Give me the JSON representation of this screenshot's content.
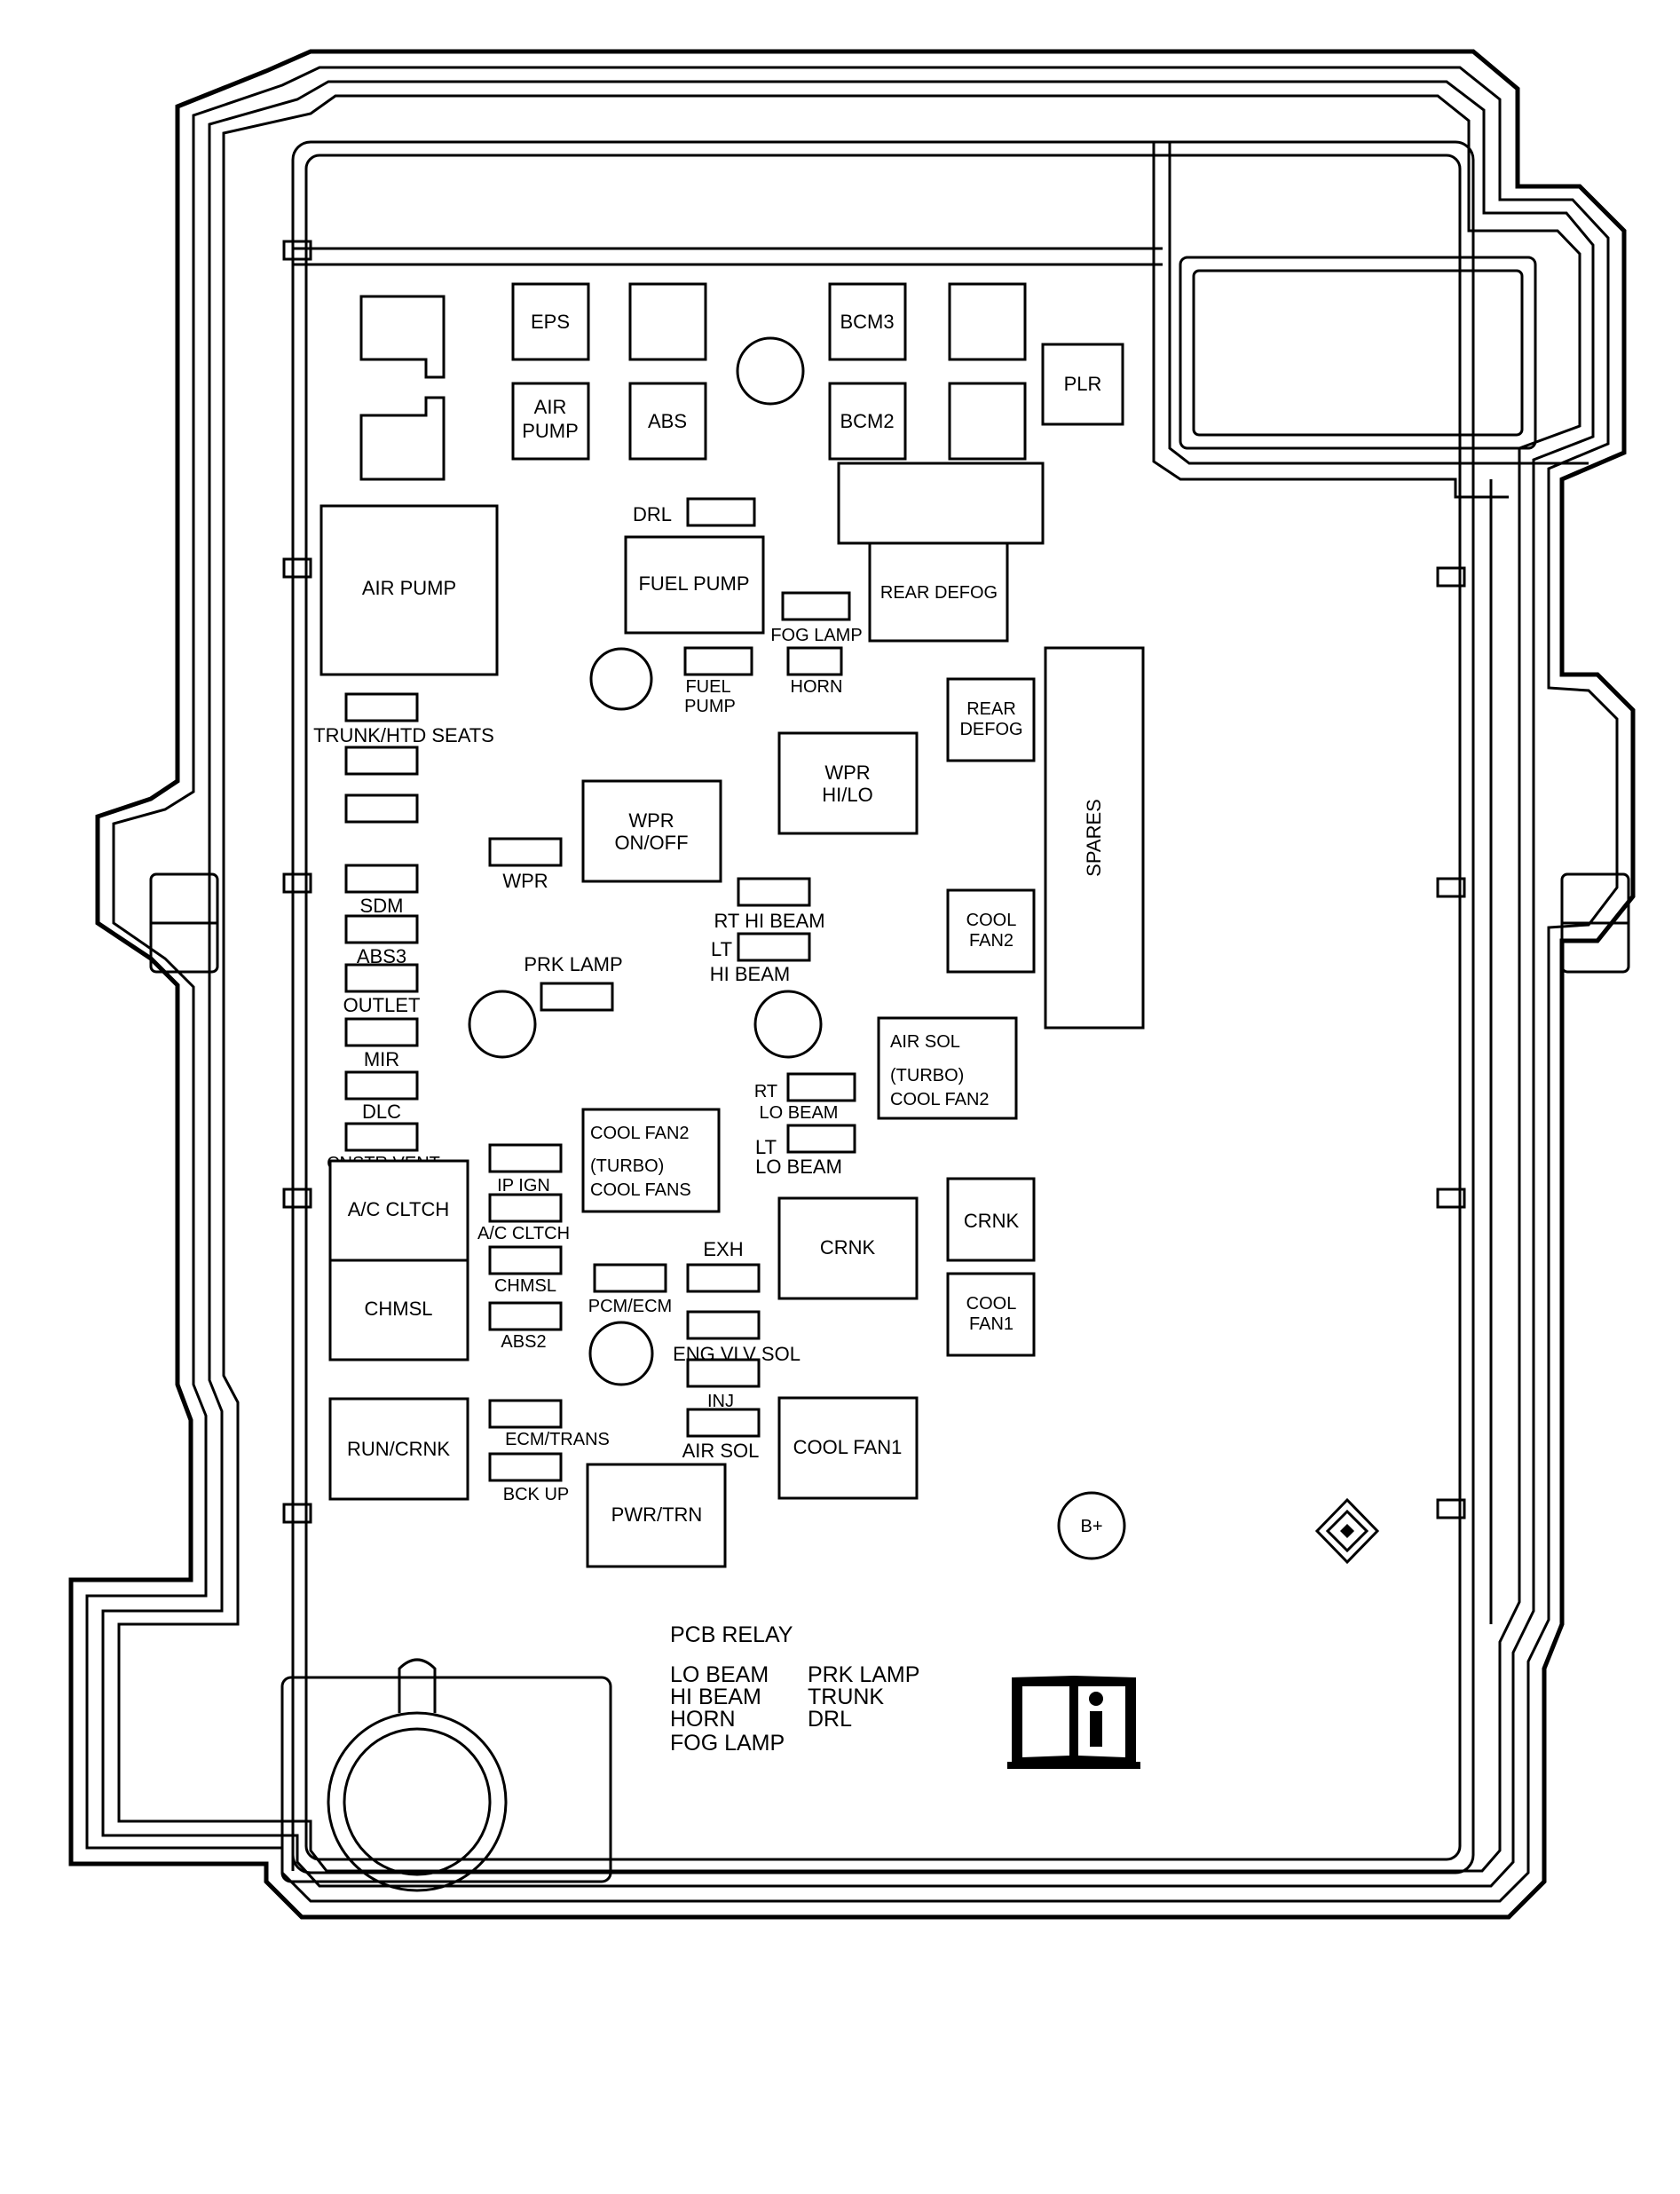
{
  "colors": {
    "line": "#000000",
    "background": "#ffffff"
  },
  "icons": {
    "manual": "info-book-icon",
    "terminal": "b-plus-terminal",
    "diamond": "diamond-marker-icon"
  },
  "relays": {
    "eps": "EPS",
    "air_pump_small": [
      "AIR",
      "PUMP"
    ],
    "abs": "ABS",
    "bcm3": "BCM3",
    "bcm2": "BCM2",
    "plr": "PLR",
    "air_pump_large": "AIR PUMP",
    "fuel_pump": "FUEL PUMP",
    "rear_defog_large": "REAR DEFOG",
    "rear_defog_small": [
      "REAR",
      "DEFOG"
    ],
    "wpr_hi_lo": [
      "WPR",
      "HI/LO"
    ],
    "wpr_on_off": [
      "WPR",
      "ON/OFF"
    ],
    "spares": "SPARES",
    "cool_fan2_small": [
      "COOL",
      "FAN2"
    ],
    "air_sol_box": [
      "AIR SOL",
      "(TURBO)",
      "COOL FAN2"
    ],
    "cool_fan2_box": [
      "COOL FAN2",
      "(TURBO)",
      "COOL FANS"
    ],
    "ac_cltch": "A/C CLTCH",
    "chmsl": "CHMSL",
    "crnk_center": "CRNK",
    "crnk_right": "CRNK",
    "cool_fan1_small": [
      "COOL",
      "FAN1"
    ],
    "run_crnk": "RUN/CRNK",
    "cool_fan1": "COOL FAN1",
    "pwr_trn": "PWR/TRN"
  },
  "fuses": {
    "drl": "DRL",
    "fog_lamp": "FOG LAMP",
    "horn": "HORN",
    "fuel_pump_fuse": [
      "FUEL",
      "PUMP"
    ],
    "trunk_htd_seats": "TRUNK/HTD SEATS",
    "wpr": "WPR",
    "rt_hi_beam": "RT HI BEAM",
    "lt_hi_beam": [
      "LT",
      "HI BEAM"
    ],
    "sdm": "SDM",
    "abs3": "ABS3",
    "outlet": "OUTLET",
    "mir": "MIR",
    "dlc": "DLC",
    "cnstr_vent": "CNSTR VENT",
    "prk_lamp": "PRK LAMP",
    "rt_lo_beam": [
      "RT",
      "LO BEAM"
    ],
    "lt_lo_beam": [
      "LT",
      "LO BEAM"
    ],
    "ip_ign": "IP IGN",
    "ac_cltch_fuse": "A/C CLTCH",
    "chmsl_fuse": "CHMSL",
    "abs2": "ABS2",
    "ecm_trans": "ECM/TRANS",
    "bck_up": "BCK UP",
    "exh": "EXH",
    "pcm_ecm": "PCM/ECM",
    "eng_vlv_sol": "ENG VLV SOL",
    "inj": "INJ",
    "air_sol": "AIR SOL"
  },
  "terminal_label": "B+",
  "legend": {
    "title": "PCB RELAY",
    "col1": [
      "LO BEAM",
      "HI BEAM",
      "HORN",
      "FOG LAMP"
    ],
    "col2": [
      "PRK LAMP",
      "TRUNK",
      "DRL"
    ]
  }
}
